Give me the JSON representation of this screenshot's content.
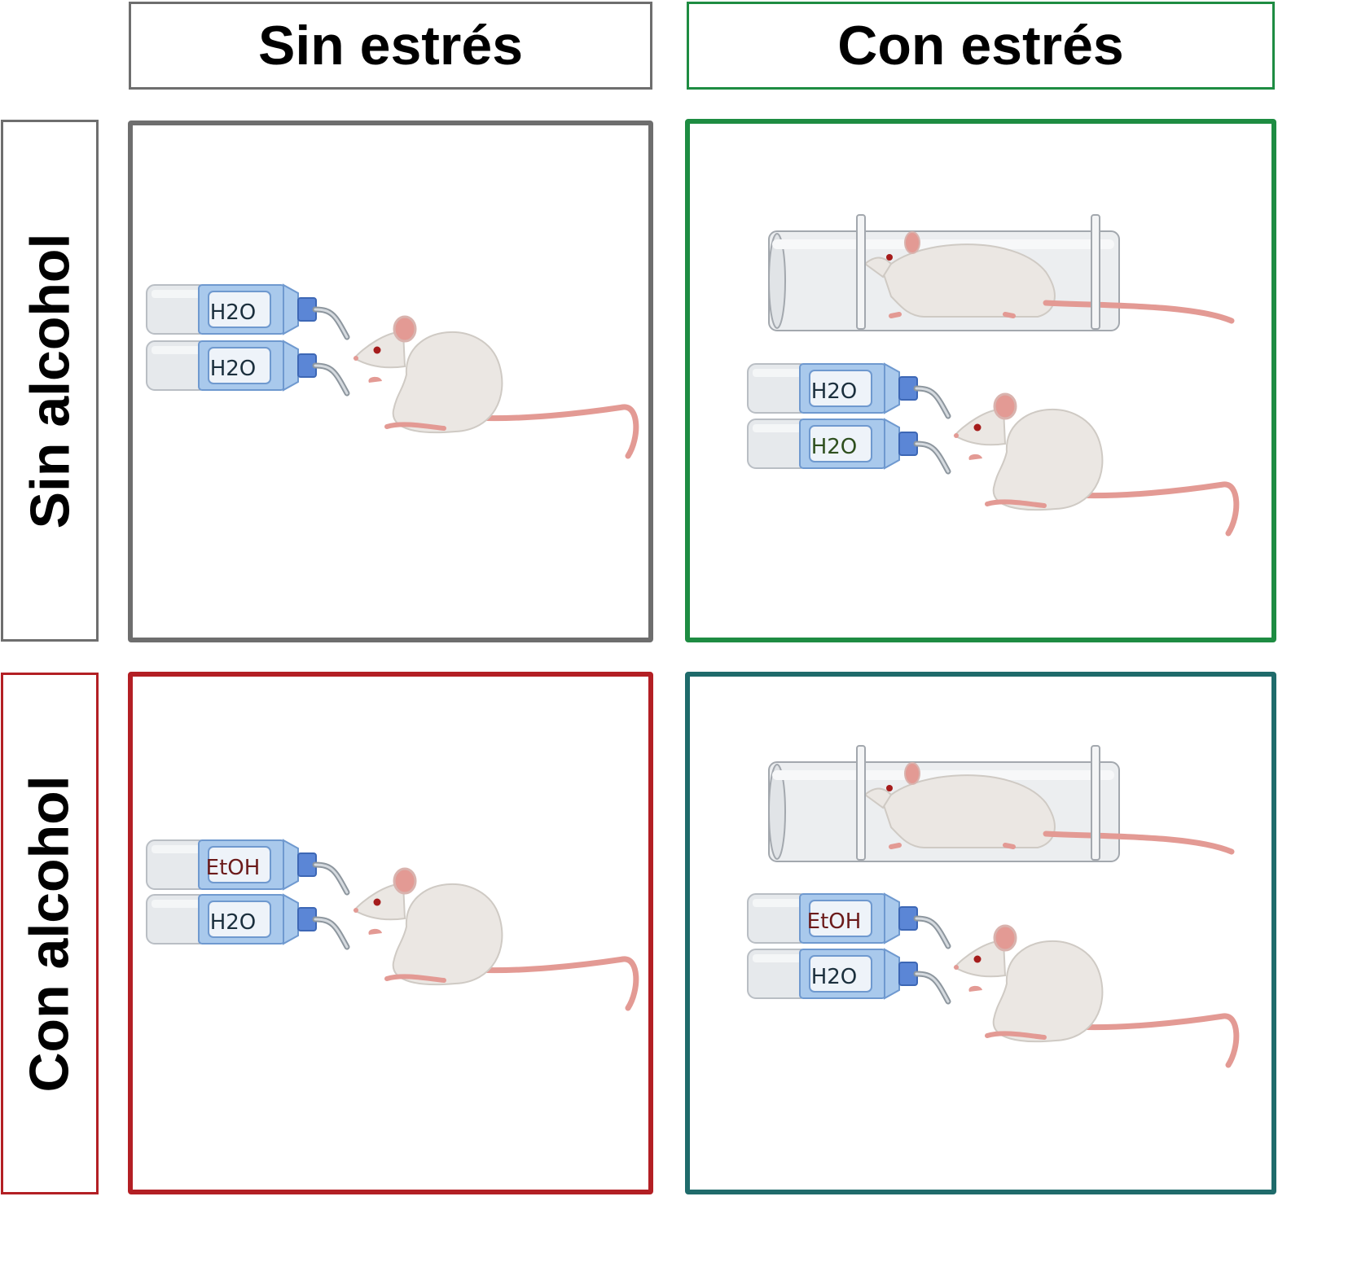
{
  "columns": {
    "no_stress": "Sin estrés",
    "stress": "Con estrés"
  },
  "rows": {
    "no_alcohol": "Sin alcohol",
    "alcohol": "Con alcohol"
  },
  "panels": {
    "no_alcohol_no_stress": {
      "bottles": [
        "H2O",
        "H2O"
      ],
      "restraint_tube": false
    },
    "no_alcohol_stress": {
      "bottles": [
        "H2O",
        "H2O"
      ],
      "restraint_tube": true
    },
    "alcohol_no_stress": {
      "bottles": [
        "EtOH",
        "H2O"
      ],
      "restraint_tube": false
    },
    "alcohol_stress": {
      "bottles": [
        "EtOH",
        "H2O"
      ],
      "restraint_tube": true
    }
  },
  "colors": {
    "no_stress_border": "#6e6e6e",
    "stress_border": "#1e8c42",
    "alcohol_border": "#b31f24",
    "alcohol_stress_border": "#1f6b6b",
    "water_text": "#1b2f3d",
    "water_text_stress": "#2e4f1e",
    "ethanol_text": "#6b1a1a",
    "bottle_blue": "#a9c9ec",
    "cap_blue": "#5b86d6",
    "mouse_body": "#ebe7e3",
    "mouse_pink": "#e39a94"
  }
}
